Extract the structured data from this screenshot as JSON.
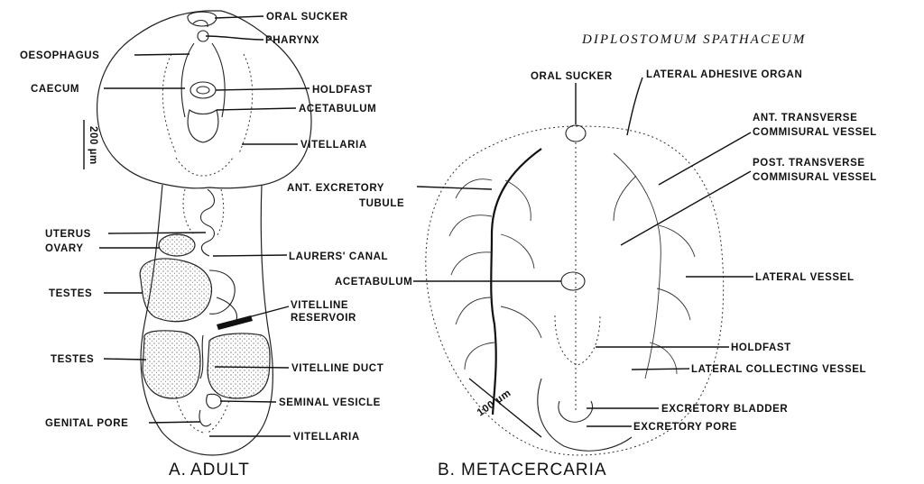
{
  "title": "DIPLOSTOMUM SPATHACEUM",
  "panel_a": {
    "caption_letter": "A.",
    "caption_word": "ADULT",
    "labels_right": {
      "oral_sucker": "ORAL SUCKER",
      "pharynx": "PHARYNX",
      "holdfast": "HOLDFAST",
      "acetabulum": "ACETABULUM",
      "vitellaria": "VITELLARIA",
      "laurers_canal": "LAURERS' CANAL",
      "vitelline_reservoir_1": "VITELLINE",
      "vitelline_reservoir_2": "RESERVOIR",
      "vitelline_duct": "VITELLINE DUCT",
      "seminal_vesicle": "SEMINAL VESICLE",
      "vitellaria_bottom": "VITELLARIA"
    },
    "labels_left": {
      "oesophagus": "OESOPHAGUS",
      "caecum": "CAECUM",
      "uterus": "UTERUS",
      "ovary": "OVARY",
      "testes_upper": "TESTES",
      "testes_lower": "TESTES",
      "genital_pore": "GENITAL PORE"
    },
    "scale_bar": "200 µm"
  },
  "panel_b": {
    "caption_letter": "B.",
    "caption_word": "METACERCARIA",
    "labels": {
      "oral_sucker": "ORAL SUCKER",
      "lateral_adhesive_organ": "LATERAL ADHESIVE ORGAN",
      "ant_transverse_1": "ANT. TRANSVERSE",
      "ant_transverse_2": "COMMISURAL VESSEL",
      "post_transverse_1": "POST. TRANSVERSE",
      "post_transverse_2": "COMMISURAL VESSEL",
      "ant_excretory_1": "ANT. EXCRETORY",
      "ant_excretory_2": "TUBULE",
      "acetabulum": "ACETABULUM",
      "lateral_vessel": "LATERAL VESSEL",
      "holdfast": "HOLDFAST",
      "lateral_collecting_vessel": "LATERAL COLLECTING VESSEL",
      "excretory_bladder": "EXCRETORY BLADDER",
      "excretory_pore": "EXCRETORY PORE"
    },
    "scale_bar": "100 µm"
  }
}
